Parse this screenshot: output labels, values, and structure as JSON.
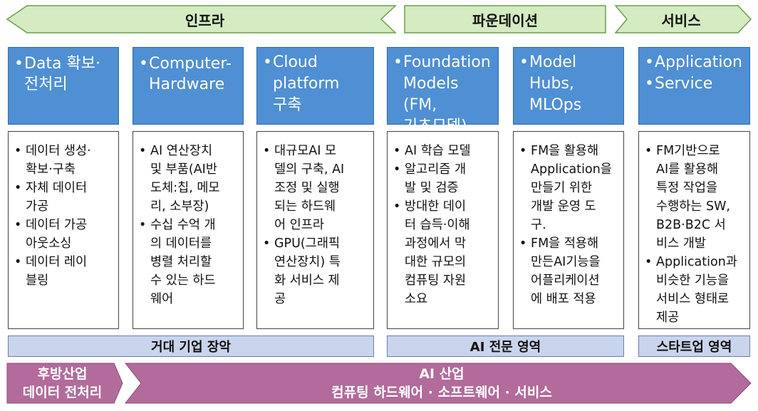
{
  "top_banners": {
    "infra": "인프라",
    "foundation": "파운데이션",
    "service": "서비스"
  },
  "columns": [
    {
      "header": [
        "Data 확보·",
        "전처리"
      ],
      "header_bullet": true,
      "items": [
        [
          "데이터 생성·",
          "확보·구축"
        ],
        [
          "자체 데이터",
          "가공"
        ],
        [
          "데이터 가공",
          "아웃소싱"
        ],
        [
          "데이터 레이",
          "블링"
        ]
      ]
    },
    {
      "header": [
        "Computer-",
        "Hardware"
      ],
      "header_bullet": true,
      "items": [
        [
          "AI 연산장치",
          "및 부품(AI반",
          "도체:칩, 메모",
          "리, 소부장)"
        ],
        [
          "수십 수억 개",
          "의 데이터를",
          "병렬 처리할",
          "수 있는 하드",
          "웨어"
        ]
      ]
    },
    {
      "header": [
        "Cloud",
        "platform",
        "구축"
      ],
      "header_bullet": true,
      "items": [
        [
          "대규모AI 모",
          "델의 구축, AI",
          "조정 및 실행",
          "되는 하드웨",
          "어 인프라"
        ],
        [
          "GPU(그래픽",
          "연산장치) 특",
          "화 서비스 제",
          "공"
        ]
      ]
    },
    {
      "header": [
        "Foundation",
        "Models (FM,",
        "기초모델)"
      ],
      "header_bullet": true,
      "items": [
        [
          "AI 학습 모델"
        ],
        [
          "알고리즘 개",
          "발 및 검증"
        ],
        [
          "방대한 데이",
          "터 습득·이해",
          "과정에서 막",
          "대한 규모의",
          "컴퓨팅 자원",
          "소요"
        ]
      ]
    },
    {
      "header": [
        "Model",
        "Hubs,",
        "MLOps"
      ],
      "header_bullet": true,
      "items": [
        [
          "FM을 활용해",
          "Application을",
          "만들기 위한",
          "개발 운영 도",
          "구."
        ],
        [
          "FM을 적용해",
          "만든AI기능을",
          "어플리케이션",
          "에 배포 적용"
        ]
      ]
    },
    {
      "header": [
        "Application",
        "Service"
      ],
      "header_bullet": true,
      "items": [
        [
          "FM기반으로",
          "AI를 활용해",
          "특정 작업을",
          "수행하는 SW,",
          "B2B·B2C 서",
          "비스 개발"
        ],
        [
          "Application과",
          "비슷한 기능을",
          "서비스 형태로",
          "제공"
        ]
      ]
    }
  ],
  "zones": {
    "big_company": "거대 기업 장악",
    "ai_expert": "AI 전문 영역",
    "startup": "스타트업 영역"
  },
  "bottom": {
    "left_line1": "후방산업",
    "left_line2": "데이터 전처리",
    "right_line1": "AI 산업",
    "right_line2": "컴퓨팅 하드웨어 · 소프트웨어 · 서비스"
  },
  "colors": {
    "banner_green": "#d5ebc2",
    "header_blue": "#4f8fd3",
    "zone_blue": "#c9d5ec",
    "pink": "#b26b9a"
  }
}
